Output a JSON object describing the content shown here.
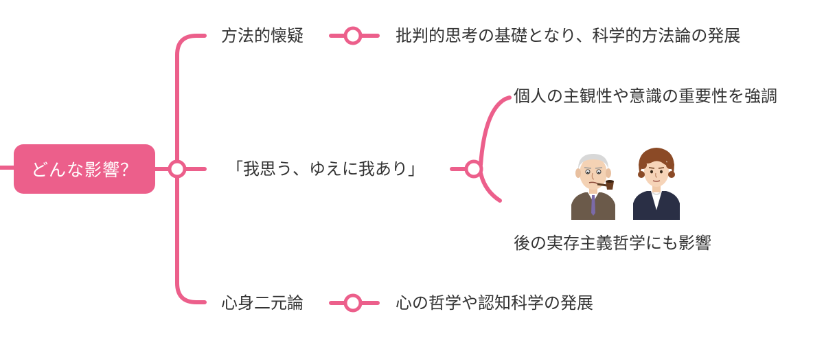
{
  "colors": {
    "accent": "#ec5f8b",
    "text": "#333333",
    "background": "#ffffff"
  },
  "root": {
    "label": "どんな影響？"
  },
  "branches": [
    {
      "label": "方法的懐疑",
      "children": [
        {
          "label": "批判的思考の基礎となり、科学的方法論の発展"
        }
      ]
    },
    {
      "label": "「我思う、ゆえに我あり」",
      "children": [
        {
          "label": "個人の主観性や意識の重要性を強調"
        },
        {
          "label": "後の実存主義哲学にも影響"
        }
      ],
      "illustration": [
        "philosopher-portrait-elder",
        "philosopher-portrait-younger"
      ]
    },
    {
      "label": "心身二元論",
      "children": [
        {
          "label": "心の哲学や認知科学の発展"
        }
      ]
    }
  ]
}
